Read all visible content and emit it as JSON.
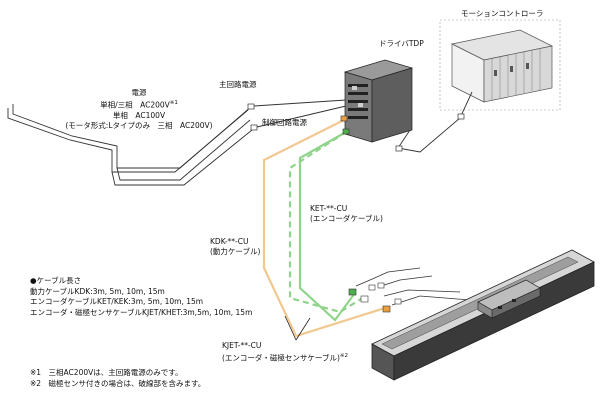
{
  "labels": {
    "motion_controller": "モーションコントローラ",
    "driver": "ドライバTDP",
    "main_power": "主回路電源",
    "control_power": "制御回路電源",
    "ket_cable": "KET-**-CU",
    "ket_sub": "(エンコーダケーブル)",
    "kdk_cable": "KDK-**-CU",
    "kdk_sub": "(動力ケーブル)",
    "kjet_cable": "KJET-**-CU",
    "kjet_sub": "(エンコーダ・磁極センサケーブル)",
    "kjet_mark": "※2"
  },
  "power_supply": {
    "title": "電源",
    "line1": "単相/三相　AC200V",
    "line1_mark": "※1",
    "line2": "単相　AC100V",
    "line3": "(モータ形式:Lタイプのみ　三相　AC200V)"
  },
  "cable_lengths": {
    "heading": "●ケーブル長さ",
    "items": [
      "動力ケーブルKDK:3m, 5m, 10m, 15m",
      "エンコーダケーブルKET/KEK:3m, 5m, 10m, 15m",
      "エンコーダ・磁極センサケーブルKJET/KHET:3m,5m, 10m, 15m"
    ]
  },
  "notes": [
    "※1　三相AC200Vは、主回路電源のみです。",
    "※2　磁極センサ付きの場合は、破線部を含みます。"
  ],
  "colors": {
    "power_cable": "#f0c890",
    "encoder_cable": "#8fd48a",
    "connector_orange": "#e8a040",
    "connector_green": "#4cae4c"
  }
}
